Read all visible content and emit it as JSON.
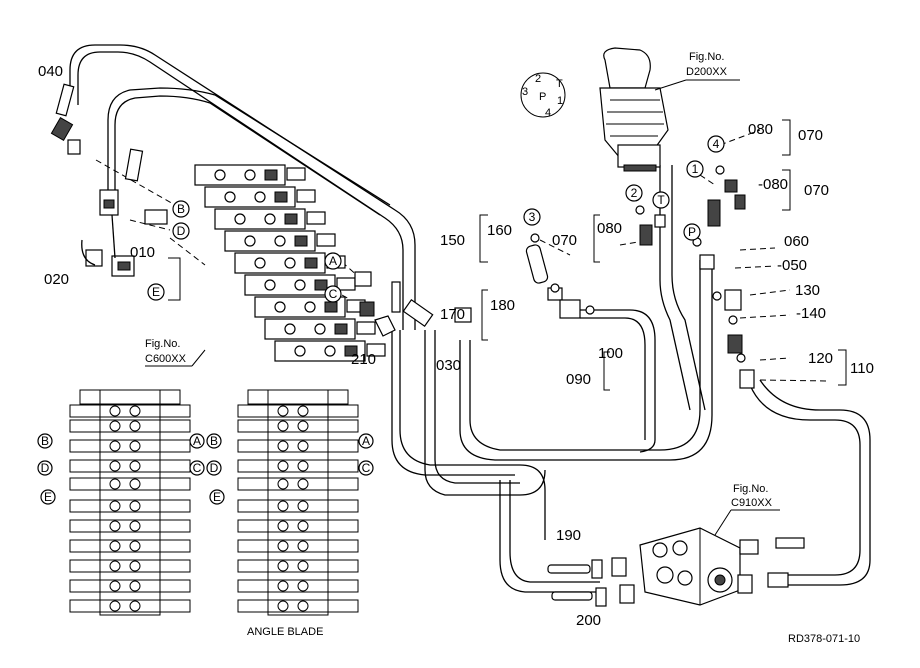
{
  "parts": {
    "p010": "010",
    "p020": "020",
    "p030": "030",
    "p040": "040",
    "p050": "-050",
    "p060": "060",
    "p070_a": "070",
    "p070_b": "070",
    "p070_c": "070",
    "p080_a": "080",
    "p080_b": "-080",
    "p080_c": "080",
    "p090": "090",
    "p100": "100",
    "p110": "110",
    "p120": "120",
    "p130": "130",
    "p140": "-140",
    "p150": "150",
    "p160": "160",
    "p170": "170",
    "p180": "180",
    "p190": "190",
    "p200": "200",
    "p210": "210"
  },
  "port_letters": {
    "A": "A",
    "B": "B",
    "C": "C",
    "D": "D",
    "E": "E"
  },
  "pilot_ports": {
    "n1": "1",
    "n2": "2",
    "n3": "3",
    "n4": "4",
    "T": "T",
    "P": "P"
  },
  "figure_refs": {
    "joystick_label": "Fig.No.",
    "joystick_no": "D200XX",
    "valve_label": "Fig.No.",
    "valve_no": "C600XX",
    "swivel_label": "Fig.No.",
    "swivel_no": "C910XX"
  },
  "captions": {
    "angle_blade": "ANGLE BLADE"
  },
  "drawing_id": "RD378-071-10"
}
